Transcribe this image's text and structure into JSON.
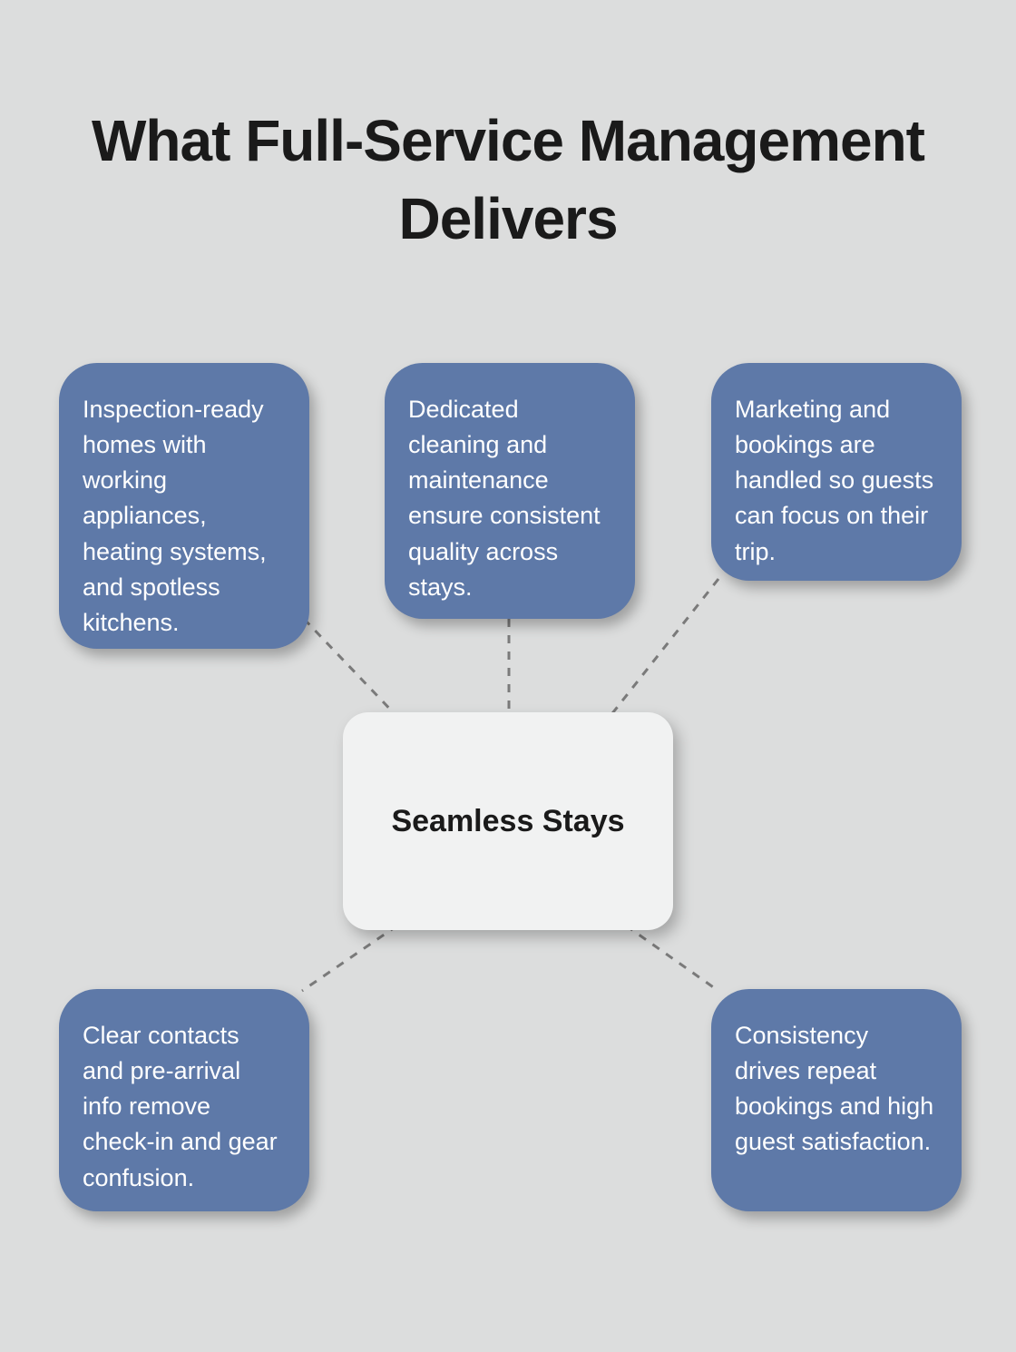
{
  "title": "What Full-Service Management Delivers",
  "center": {
    "label": "Seamless Stays"
  },
  "nodes": [
    {
      "id": "inspection",
      "text": "Inspection-ready homes with working appliances, heating systems, and spotless kitchens."
    },
    {
      "id": "cleaning",
      "text": "Dedicated cleaning and maintenance ensure consistent quality across stays."
    },
    {
      "id": "marketing",
      "text": "Marketing and bookings are handled so guests can focus on their trip."
    },
    {
      "id": "contacts",
      "text": "Clear contacts and pre-arrival info remove check-in and gear confusion."
    },
    {
      "id": "consistency",
      "text": "Consistency drives repeat bookings and high guest satisfaction."
    }
  ],
  "colors": {
    "background": "#dcdddd",
    "node_fill": "#5e79a8",
    "node_text": "#ffffff",
    "center_fill": "#f1f2f2",
    "title_text": "#1a1a1a",
    "connector": "#7a7a7a"
  }
}
